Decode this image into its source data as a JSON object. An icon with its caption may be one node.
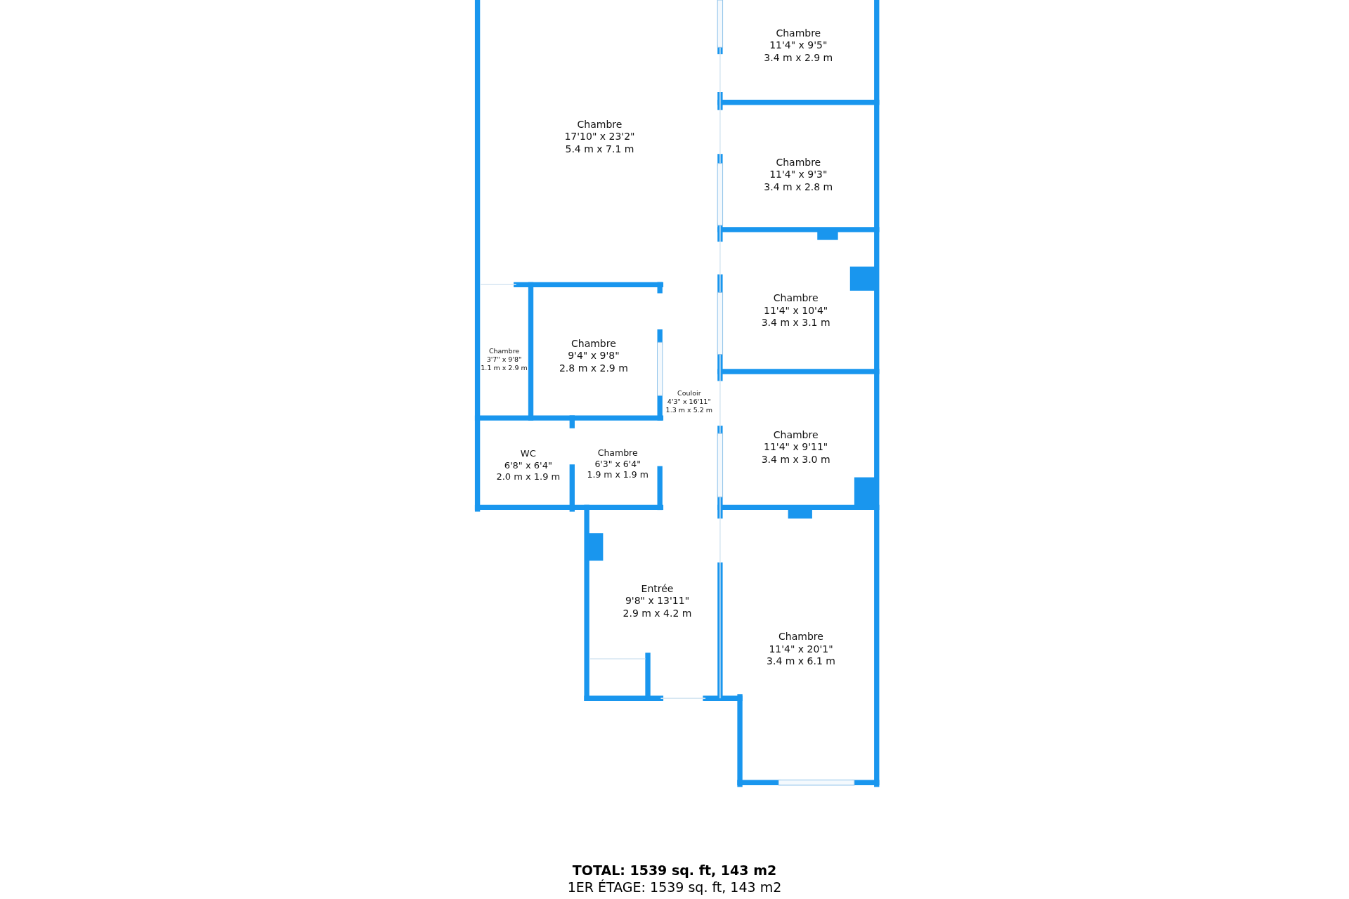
{
  "diagram": {
    "nodes": [
      {
        "text": [
          "Chambre",
          "11'4\" x 9'5\"",
          "3.4 m x 2.9 m"
        ]
      },
      {
        "text": [
          "Chambre",
          "17'10\" x 23'2\"",
          "5.4 m x 7.1 m"
        ]
      },
      {
        "text": [
          "Chambre",
          "11'4\" x 9'3\"",
          "3.4 m x 2.8 m"
        ]
      },
      {
        "text": [
          "Chambre",
          "11'4\" x 10'4\"",
          "3.4 m x 3.1 m"
        ]
      },
      {
        "text": [
          "Chambre",
          "3'7\" x 9'8\"",
          "1.1 m x 2.9 m"
        ]
      },
      {
        "text": [
          "Chambre",
          "9'4\" x 9'8\"",
          "2.8 m x 2.9 m"
        ]
      },
      {
        "text": [
          "Couloir",
          "4'3\" x 16'11\"",
          "1.3 m x 5.2 m"
        ]
      },
      {
        "text": [
          "Chambre",
          "11'4\" x 9'11\"",
          "3.4 m x 3.0 m"
        ]
      },
      {
        "text": [
          "WC",
          "6'8\" x 6'4\"",
          "2.0 m x 1.9 m"
        ]
      },
      {
        "text": [
          "Chambre",
          "6'3\" x 6'4\"",
          "1.9 m x 1.9 m"
        ]
      },
      {
        "text": [
          "Entrée",
          "9'8\" x 13'11\"",
          "2.9 m x 4.2 m"
        ]
      },
      {
        "text": [
          "Chambre",
          "11'4\" x 20'1\"",
          "3.4 m x 6.1 m"
        ]
      }
    ],
    "edges": [],
    "labels": [
      "TOTAL: 1539 sq. ft, 143 m2",
      "1ER ÉTAGE: 1539 sq. ft, 143 m2"
    ]
  }
}
